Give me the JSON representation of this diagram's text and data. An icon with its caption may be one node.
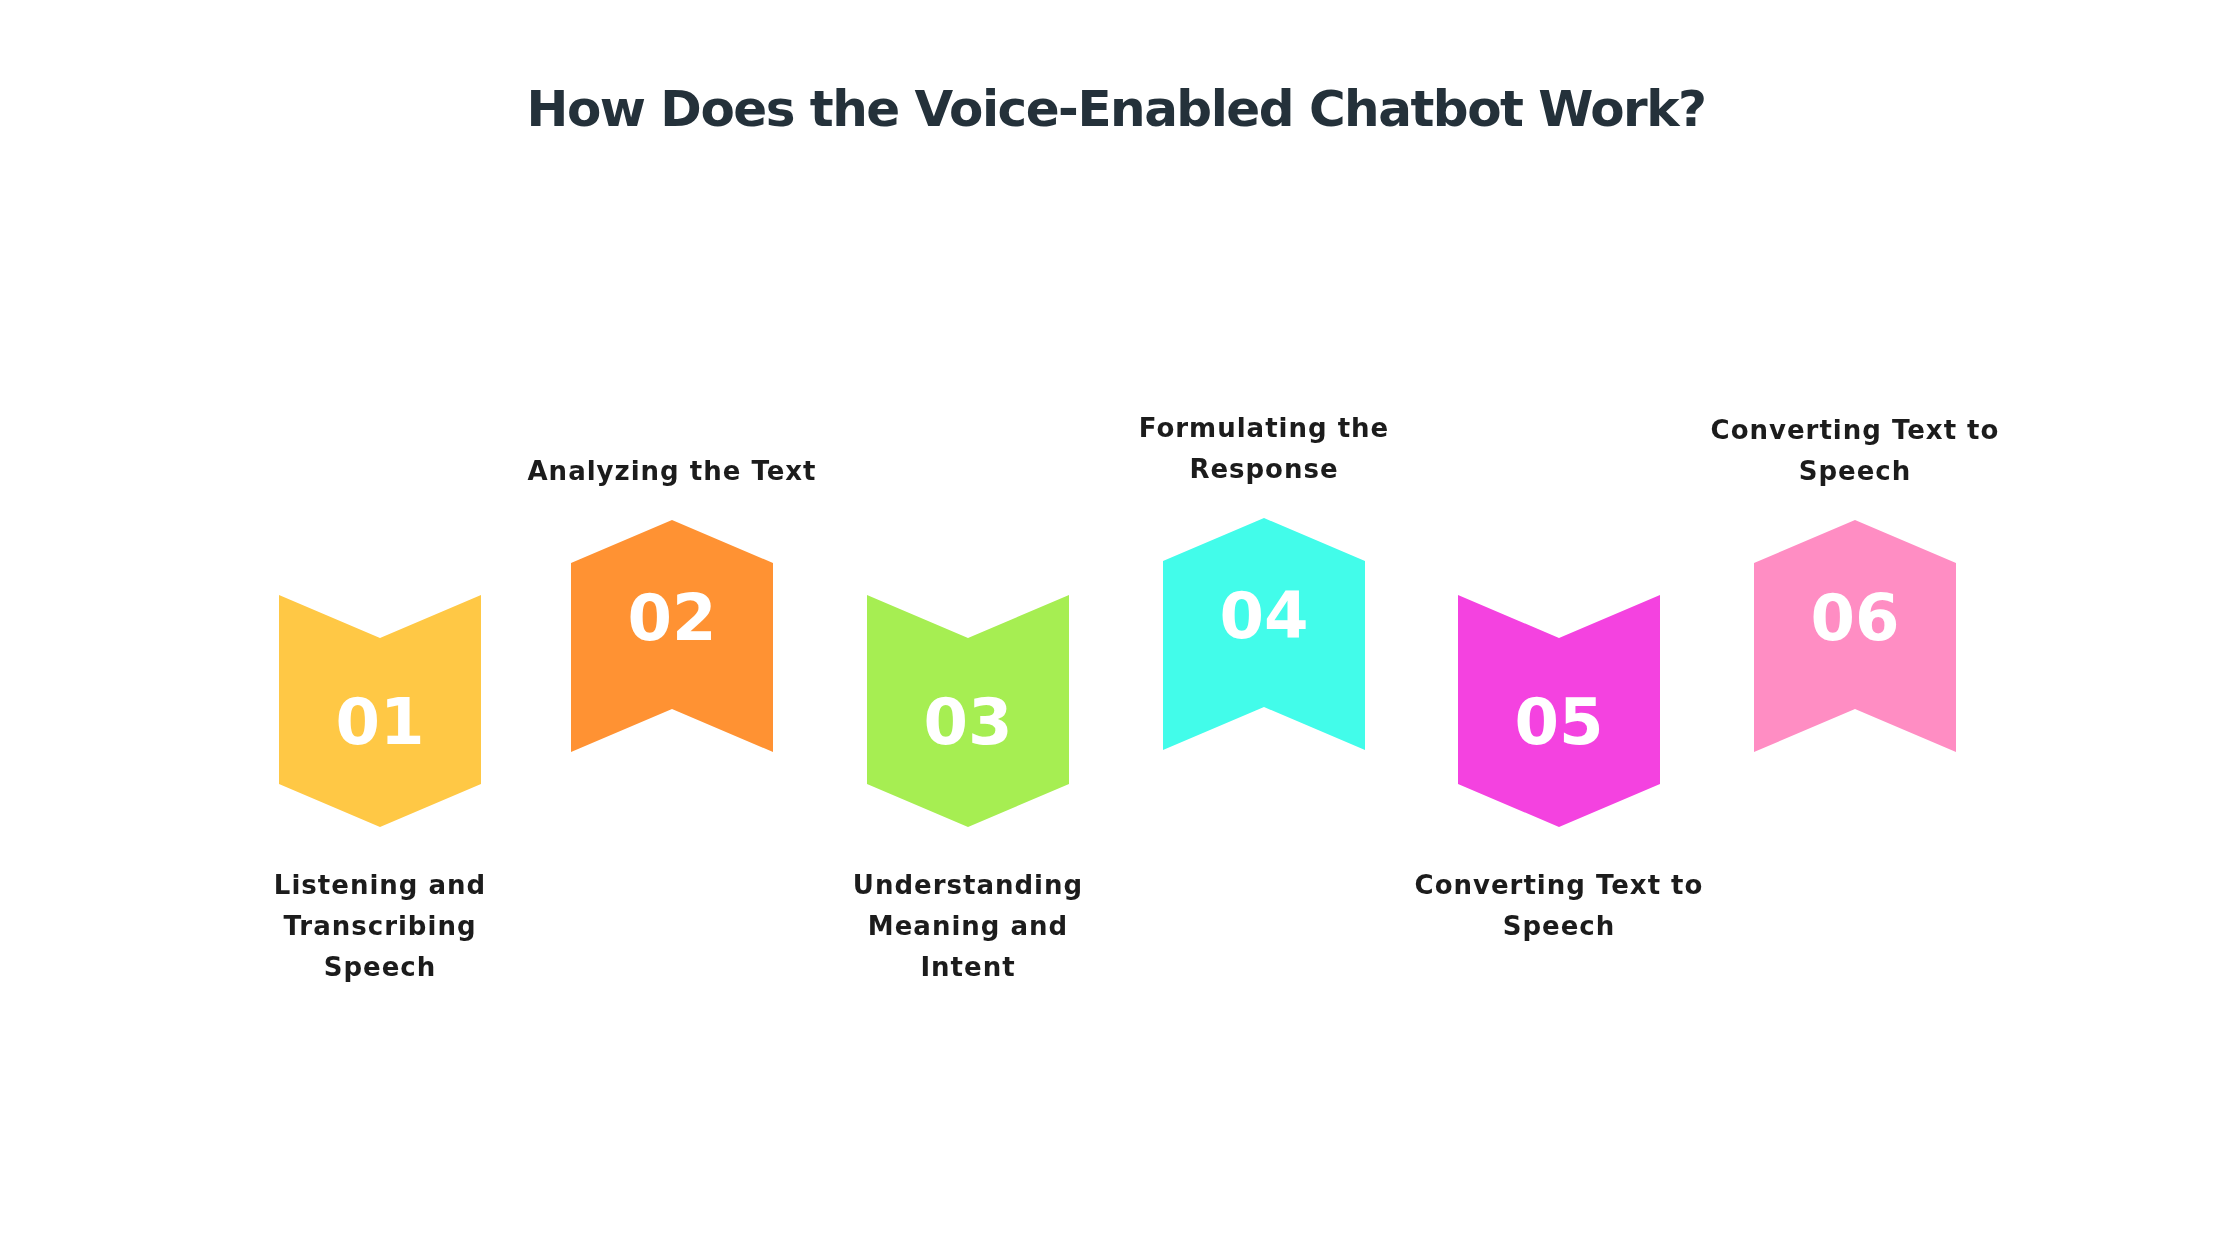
{
  "diagram": {
    "title": "How Does the Voice-Enabled Chatbot Work?",
    "nodes": [
      {
        "text": [
          "01"
        ],
        "beside": [
          "Listening and Transcribing Speech"
        ]
      },
      {
        "text": [
          "02"
        ],
        "beside": [
          "Analyzing the Text"
        ]
      },
      {
        "text": [
          "03"
        ],
        "beside": [
          "Understanding Meaning and Intent"
        ]
      },
      {
        "text": [
          "04"
        ],
        "beside": [
          "Formulating the Response"
        ]
      },
      {
        "text": [
          "05"
        ],
        "beside": [
          "Converting Text to Speech"
        ]
      },
      {
        "text": [
          "06"
        ],
        "beside": [
          "Converting Text to Speech"
        ]
      }
    ],
    "edges": []
  }
}
